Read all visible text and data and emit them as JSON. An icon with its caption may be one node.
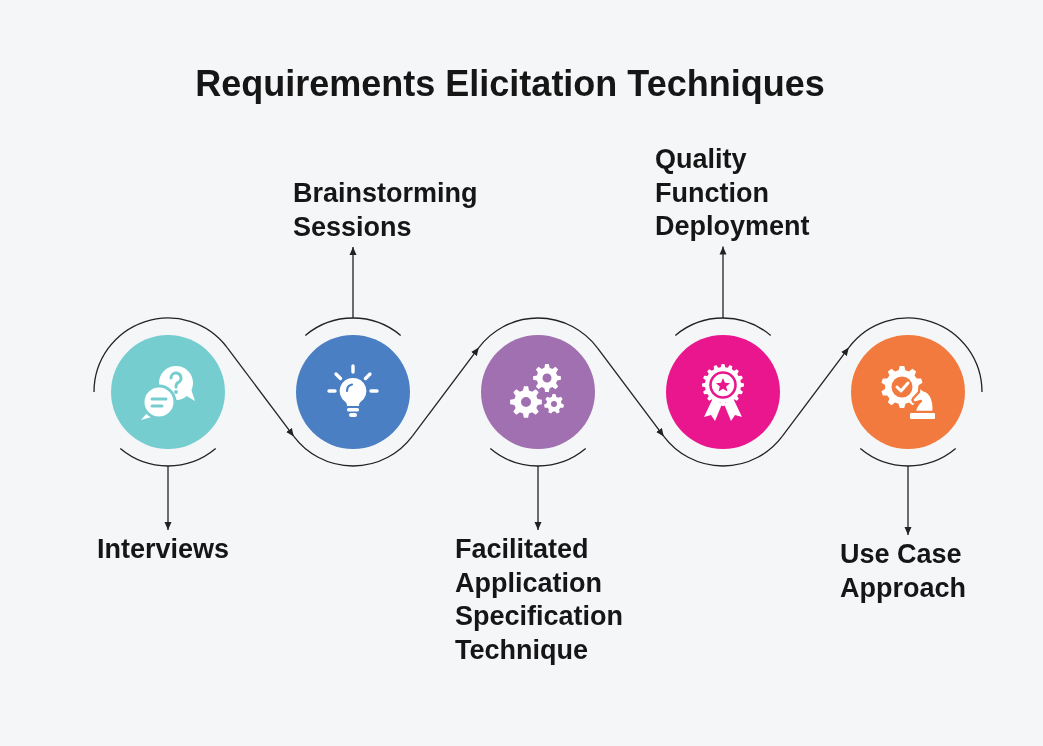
{
  "diagram": {
    "title": "Requirements Elicitation Techniques",
    "nodes": [
      {
        "text": [],
        "shape": "circle"
      },
      {
        "text": [],
        "shape": "circle"
      },
      {
        "text": [],
        "shape": "circle"
      },
      {
        "text": [],
        "shape": "circle"
      },
      {
        "text": [],
        "shape": "circle"
      },
      {
        "text": [
          "Interviews"
        ]
      },
      {
        "text": [
          "Brainstorming Sessions"
        ]
      },
      {
        "text": [
          "Facilitated Application Specification Technique"
        ]
      },
      {
        "text": [
          "Quality Function Deployment"
        ]
      },
      {
        "text": [
          "Use Case Approach"
        ]
      }
    ],
    "edges": [
      {
        "from": 0,
        "to": 1,
        "arrow": "to"
      },
      {
        "from": 1,
        "to": 2,
        "arrow": "to"
      },
      {
        "from": 2,
        "to": 3,
        "arrow": "to"
      },
      {
        "from": 3,
        "to": 4,
        "arrow": "to"
      },
      {
        "from": 0,
        "to": 5,
        "arrow": "to"
      },
      {
        "from": 1,
        "to": 6,
        "arrow": "to"
      },
      {
        "from": 2,
        "to": 7,
        "arrow": "to"
      },
      {
        "from": 3,
        "to": 8,
        "arrow": "to"
      },
      {
        "from": 4,
        "to": 9,
        "arrow": "to"
      }
    ]
  }
}
